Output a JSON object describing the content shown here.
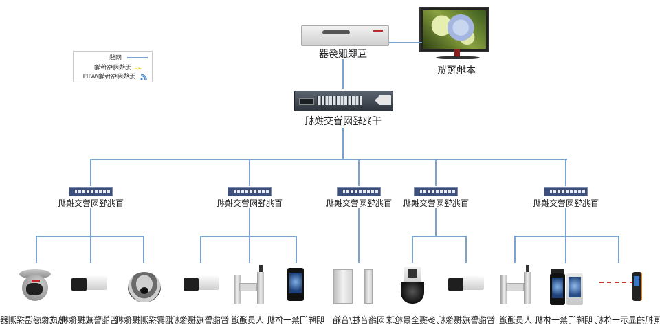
{
  "legend": {
    "items": [
      {
        "label": "网线",
        "symbol": "blue-line"
      },
      {
        "label": "无线网络传输",
        "symbol": "lightning-icon"
      },
      {
        "label": "无线网络传输/WIFI",
        "symbol": "wifi-icon"
      }
    ]
  },
  "core": {
    "server_label": "互联服务器",
    "monitor_label": "本地预览",
    "core_switch_label": "千兆轻网管交换机"
  },
  "access_switches": [
    {
      "label": "百兆轻网管交换机",
      "devices": [
        "热成像感温探测器",
        "智能警戒摄像机",
        "烟雾探测摄像机"
      ]
    },
    {
      "label": "百兆轻网管交换机",
      "devices": [
        "智能警戒摄像机",
        "人员通道",
        "明眸门禁一体机"
      ]
    },
    {
      "label": "百兆轻网管交换机",
      "devices": [
        "网络音柱/音箱"
      ]
    },
    {
      "label": "百兆轻网管交换机",
      "devices": [
        "多摄全景枪球",
        "智能警戒摄像机"
      ]
    },
    {
      "label": "百兆轻网管交换机",
      "devices": [
        "人员通道",
        "明眸门禁一体机",
        "道闸抓拍显示一体机"
      ]
    }
  ],
  "colors": {
    "link": "#7ba3d0",
    "switch": "#3d4f7c",
    "accent": "#c0262d"
  }
}
